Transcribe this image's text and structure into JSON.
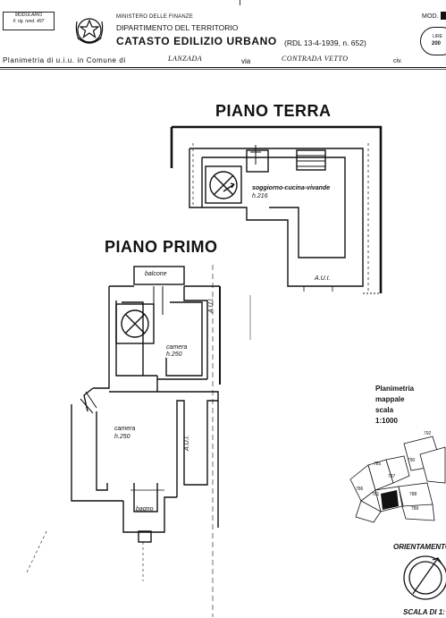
{
  "header": {
    "modulario_line1": "MODULARIO",
    "modulario_line2": "F. rig. rend. 497",
    "ministry": "MINISTERO DELLE FINANZE",
    "department": "DIPARTIMENTO DEL TERRITORIO",
    "catasto": "CATASTO EDILIZIO URBANO",
    "rdl": "(RDL 13-4-1939, n. 652)",
    "mod": "MOD.",
    "lire": "LIRE",
    "lire_value": "200"
  },
  "address_line": {
    "prefix": "Planimetria di u.i.u. in Comune di",
    "comune": "LANZADA",
    "via_label": "via",
    "via_value": "CONTRADA VETTO",
    "civ_label": "civ."
  },
  "plan": {
    "piano_terra": "PIANO TERRA",
    "piano_primo": "PIANO PRIMO",
    "rooms": {
      "terra_room": "soggiorno-cucina-vivande",
      "terra_height": "h.216",
      "balcone": "balcone",
      "camera1": "camera",
      "camera1_h": "h.250",
      "camera2": "camera",
      "camera2_h": "h.250",
      "bagno": "bagno"
    },
    "aui": "A.U.I."
  },
  "mappa": {
    "title1": "Planimetria",
    "title2": "mappale",
    "title3": "scala",
    "scale": "1:1000",
    "parcels": [
      "792",
      "790",
      "785",
      "786",
      "788",
      "787",
      "781",
      "789"
    ]
  },
  "orientamento": "ORIENTAMENTO",
  "scala_bottom": "SCALA DI 1:"
}
